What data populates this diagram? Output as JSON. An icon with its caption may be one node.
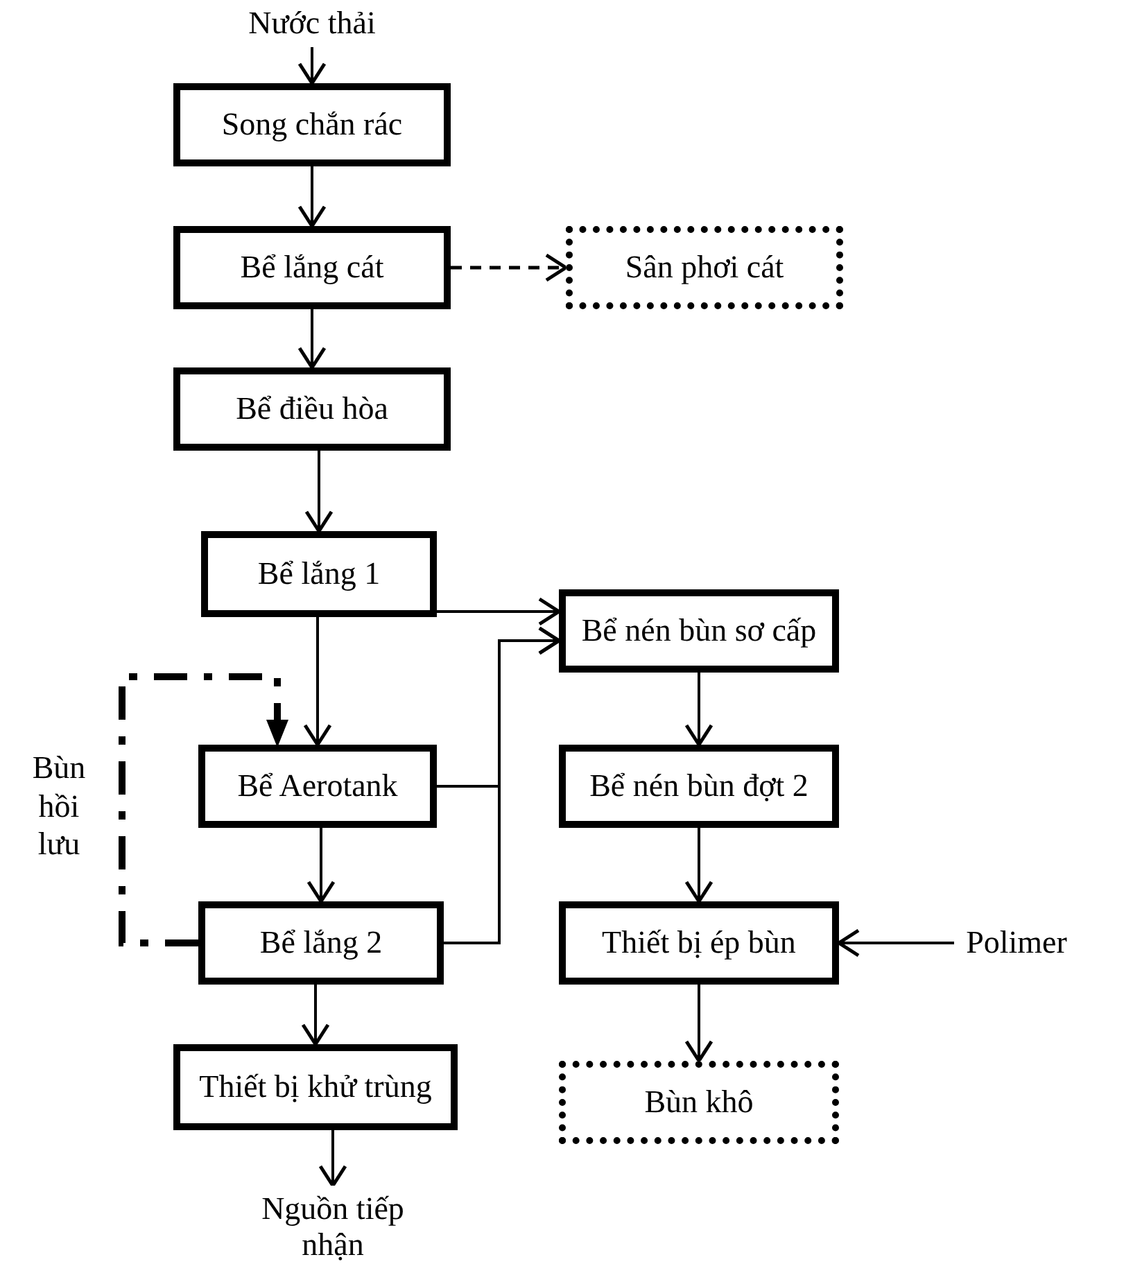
{
  "diagram": {
    "nodes": [
      {
        "text": [
          "Nước thải"
        ]
      },
      {
        "text": [
          "Song chắn rác"
        ]
      },
      {
        "text": [
          "Bể lắng cát"
        ]
      },
      {
        "text": [
          "Sân phơi cát"
        ]
      },
      {
        "text": [
          "Bể điều hòa"
        ]
      },
      {
        "text": [
          "Bể lắng 1"
        ]
      },
      {
        "text": [
          "Bể nén bùn sơ cấp"
        ]
      },
      {
        "text": [
          "Bể Aerotank"
        ]
      },
      {
        "text": [
          "Bể nén bùn đợt 2"
        ]
      },
      {
        "text": [
          "Bể lắng 2"
        ]
      },
      {
        "text": [
          "Thiết bị ép bùn"
        ]
      },
      {
        "text": [
          "Polimer"
        ]
      },
      {
        "text": [
          "Thiết bị khử trùng"
        ]
      },
      {
        "text": [
          "Bùn khô"
        ]
      },
      {
        "text": [
          "Nguồn tiếp nhận"
        ]
      }
    ],
    "edges": [
      {
        "from": 0,
        "to": 1,
        "arrow": "to"
      },
      {
        "from": 1,
        "to": 2,
        "arrow": "to"
      },
      {
        "from": 2,
        "to": 3,
        "arrow": "to",
        "style": "dashed"
      },
      {
        "from": 2,
        "to": 4,
        "arrow": "to"
      },
      {
        "from": 4,
        "to": 5,
        "arrow": "to"
      },
      {
        "from": 5,
        "to": 6,
        "arrow": "to"
      },
      {
        "from": 5,
        "to": 7,
        "arrow": "to"
      },
      {
        "from": 7,
        "to": 6,
        "arrow": "to"
      },
      {
        "from": 9,
        "to": 6,
        "arrow": "to"
      },
      {
        "from": 7,
        "to": 9,
        "arrow": "to"
      },
      {
        "from": 9,
        "to": 12,
        "arrow": "to"
      },
      {
        "from": 12,
        "to": 14,
        "arrow": "to"
      },
      {
        "from": 6,
        "to": 8,
        "arrow": "to"
      },
      {
        "from": 8,
        "to": 10,
        "arrow": "to"
      },
      {
        "from": 11,
        "to": 10,
        "arrow": "to"
      },
      {
        "from": 10,
        "to": 13,
        "arrow": "to"
      },
      {
        "from": 9,
        "to": 7,
        "arrow": "to",
        "style": "dashed",
        "label": "Bùn hồi lưu"
      }
    ]
  }
}
